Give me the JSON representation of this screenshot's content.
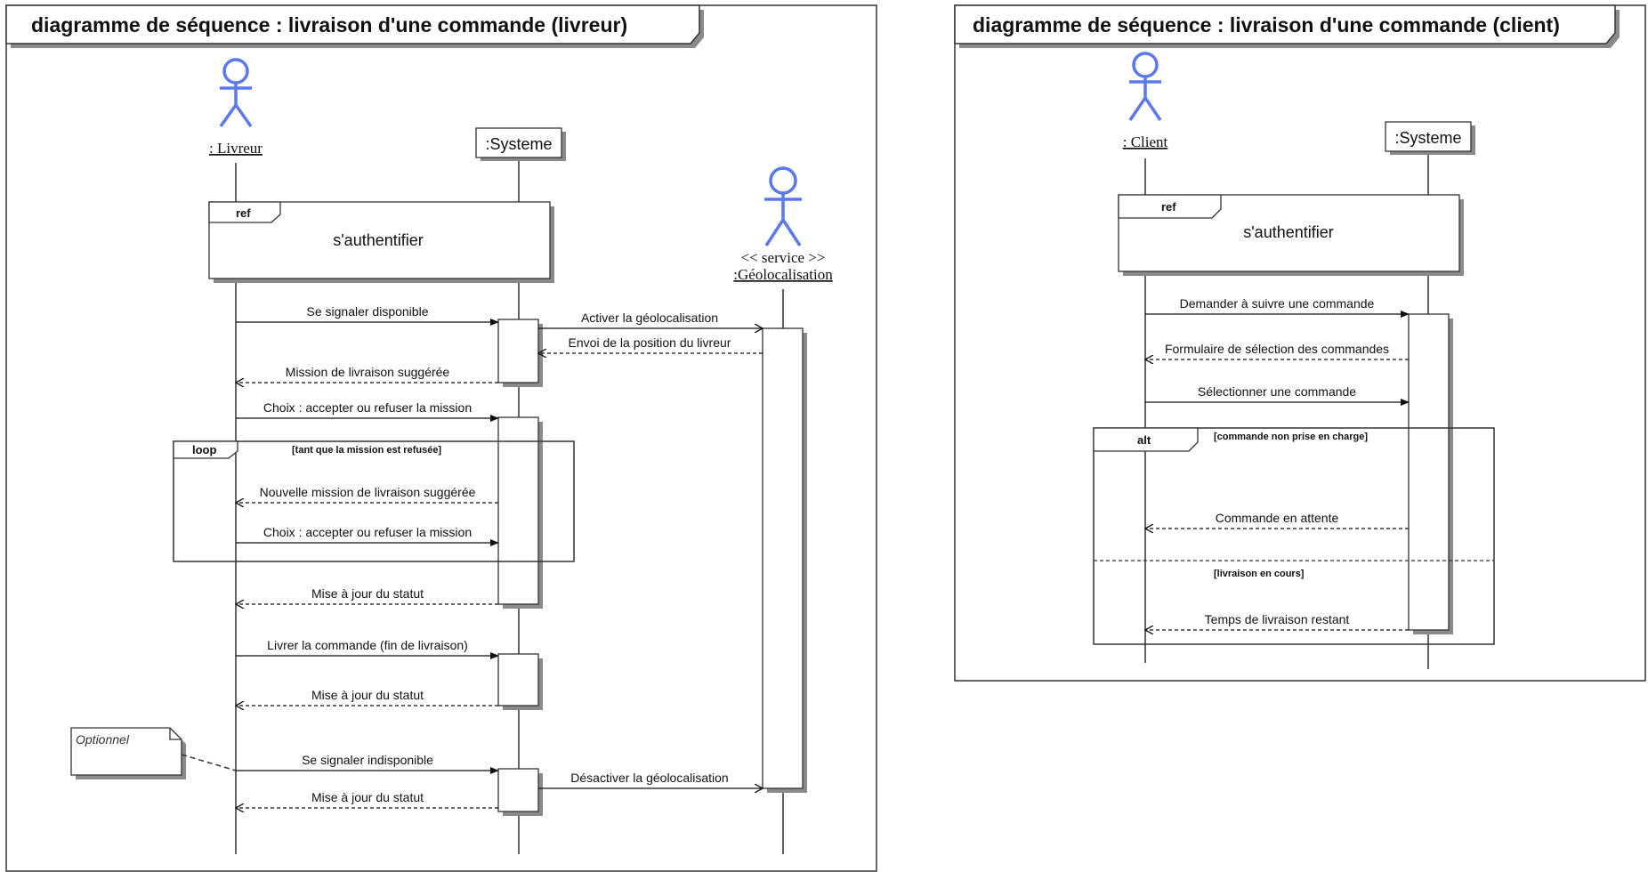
{
  "colors": {
    "actor": "#5b78ee",
    "line": "#111111",
    "shadow": "#8a8a8a"
  },
  "left": {
    "title": "diagramme de séquence : livraison d'une commande (livreur)",
    "actor_livreur": ": Livreur",
    "systeme": ":Systeme",
    "geo_stereotype": "<< service >>",
    "geo_name": ":Géolocalisation",
    "ref_tag": "ref",
    "ref_label": "s'authentifier",
    "loop_tag": "loop",
    "loop_guard": "[tant que la mission est refusée]",
    "note": "Optionnel",
    "messages": [
      "Se signaler disponible",
      "Activer la géolocalisation",
      "Envoi de la position du livreur",
      "Mission de livraison suggérée",
      "Choix : accepter ou refuser la mission",
      "Nouvelle mission de livraison suggérée",
      "Choix : accepter ou refuser la mission",
      "Mise à jour du statut",
      "Livrer la commande (fin de livraison)",
      "Mise à jour du statut",
      "Se signaler indisponible",
      "Désactiver la géolocalisation",
      "Mise à jour du statut"
    ]
  },
  "right": {
    "title": "diagramme de séquence : livraison d'une commande (client)",
    "actor_client": ": Client",
    "systeme": ":Systeme",
    "ref_tag": "ref",
    "ref_label": "s'authentifier",
    "alt_tag": "alt",
    "guard1": "[commande non prise en charge]",
    "guard2": "[livraison en cours]",
    "messages": [
      "Demander à suivre une commande",
      "Formulaire de sélection des commandes",
      "Sélectionner une commande",
      "Commande en attente",
      "Temps de livraison restant"
    ]
  }
}
